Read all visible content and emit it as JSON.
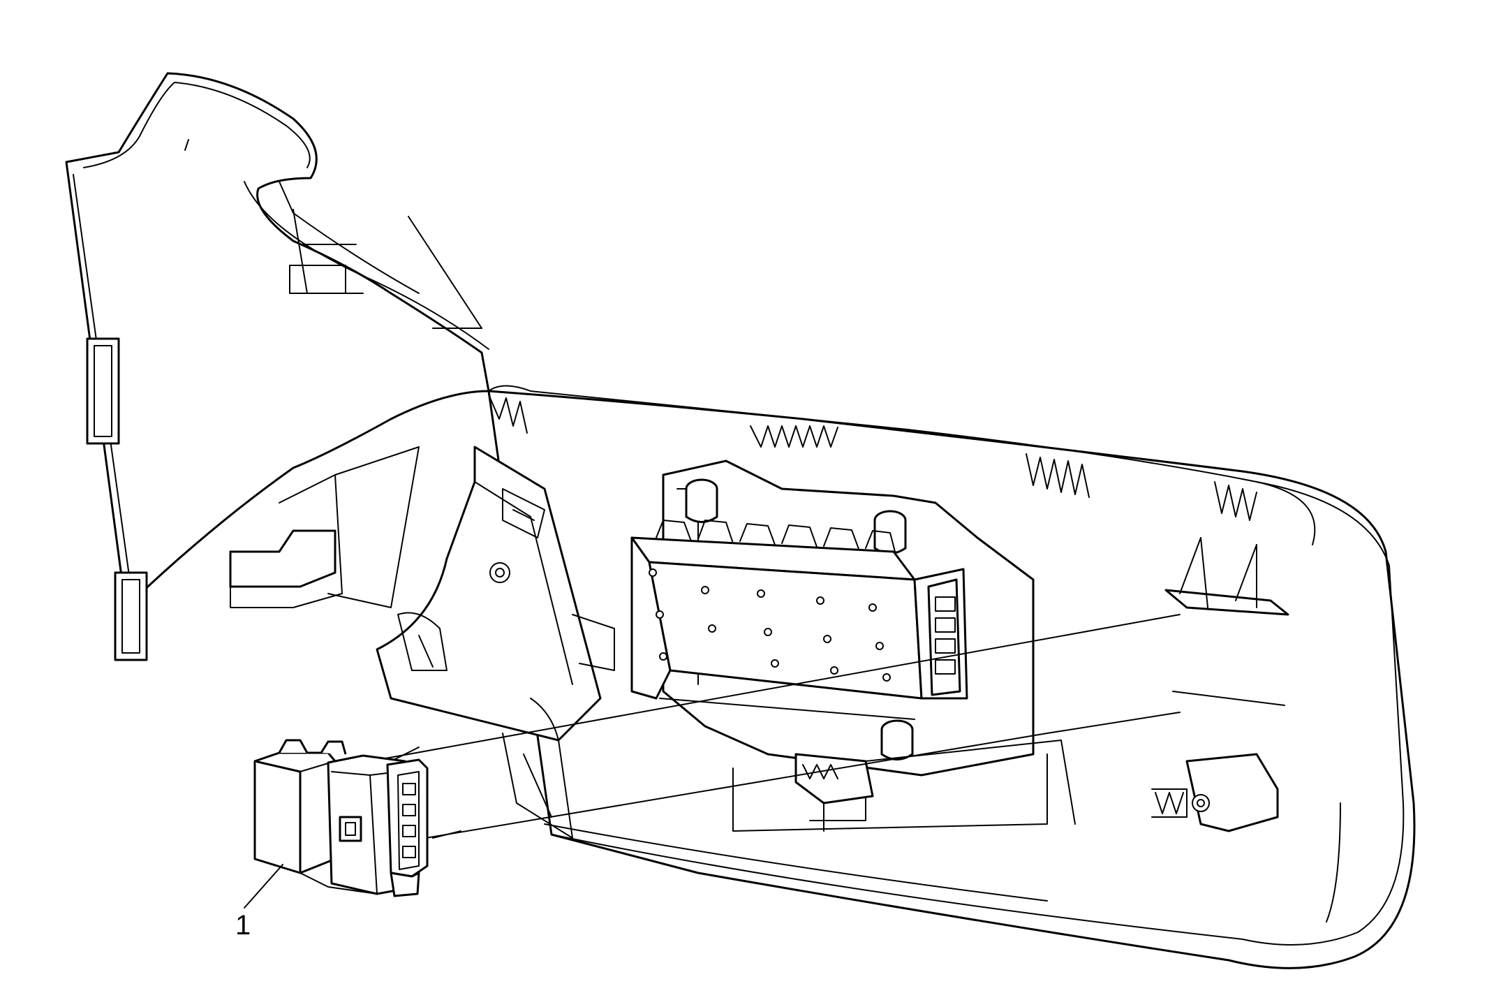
{
  "diagram": {
    "callouts": [
      {
        "id": "1",
        "label": "1",
        "target": "connector"
      }
    ]
  }
}
